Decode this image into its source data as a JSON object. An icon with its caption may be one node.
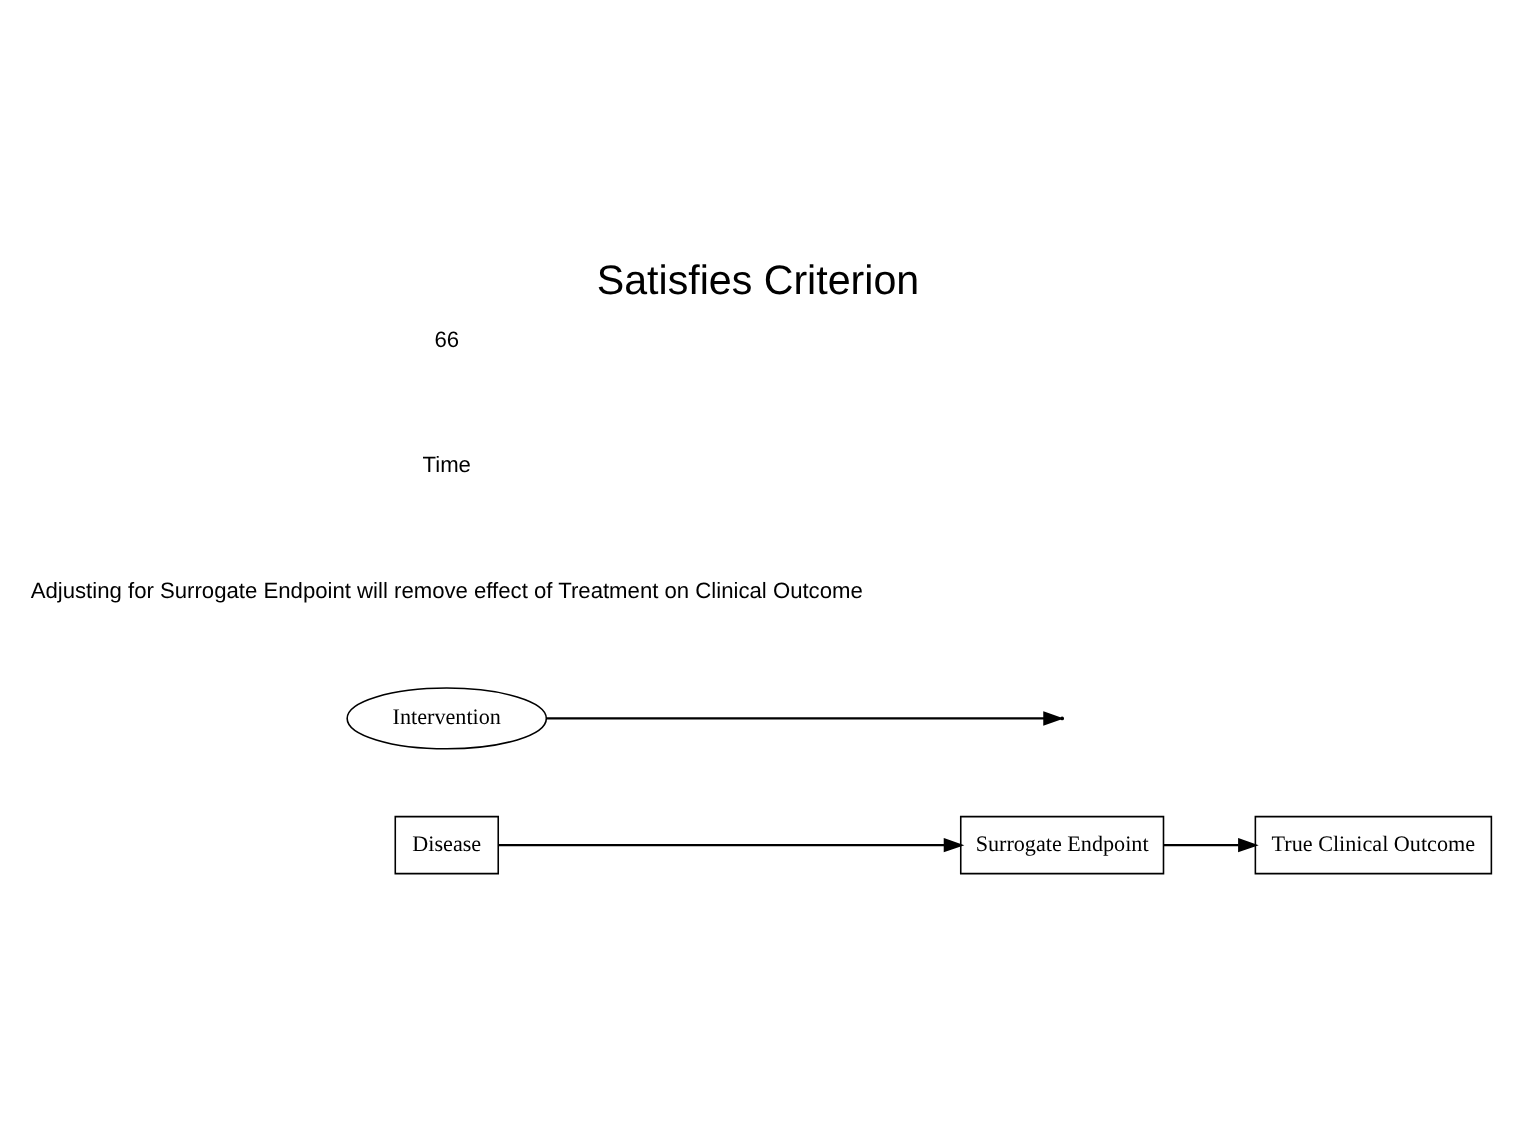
{
  "diagram": {
    "title": "Satisfies Criterion",
    "nodes": [
      {
        "text": [
          "Disease"
        ]
      },
      {
        "text": [
          "Surrogate Endpoint"
        ]
      },
      {
        "text": [
          "True Clinical Outcome"
        ]
      },
      {
        "text": [
          "Intervention"
        ]
      }
    ],
    "edges": [
      {
        "from": 0,
        "to": 1,
        "arrow": "to"
      },
      {
        "from": 1,
        "to": 2,
        "arrow": "to"
      },
      {
        "from": 3,
        "to": null,
        "arrow": "to"
      }
    ],
    "labels": [
      "Adjusting for Surrogate Endpoint will remove effect of Treatment on Clinical Outcome",
      "Time",
      "66"
    ]
  }
}
